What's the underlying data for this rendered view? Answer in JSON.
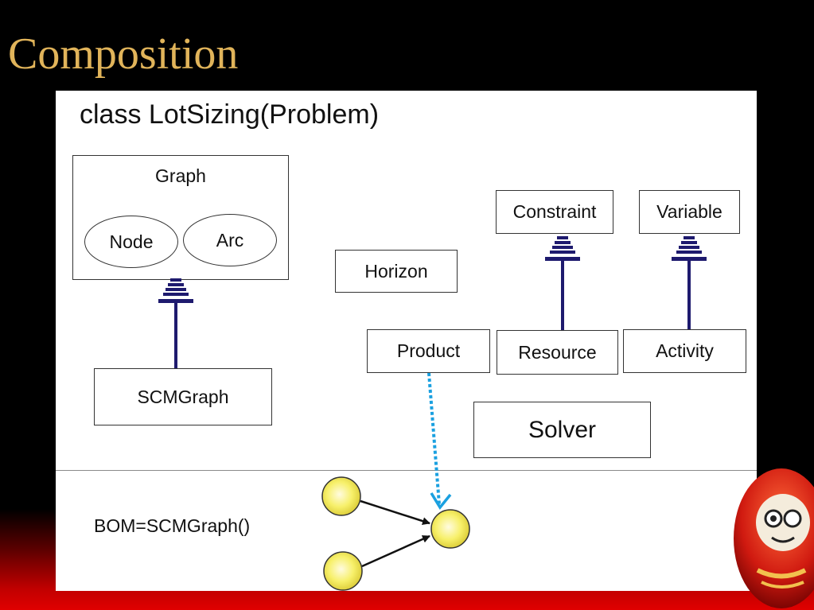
{
  "slide": {
    "title": "Composition"
  },
  "diagram": {
    "class_header": "class LotSizing(Problem)",
    "graph": {
      "label": "Graph",
      "node": "Node",
      "arc": "Arc"
    },
    "scm_graph": "SCMGraph",
    "horizon": "Horizon",
    "constraint": "Constraint",
    "variable": "Variable",
    "product": "Product",
    "resource": "Resource",
    "activity": "Activity",
    "solver": "Solver",
    "bom_statement": "BOM=SCMGraph()"
  },
  "colors": {
    "title": "#e1b45a",
    "inheritance": "#1e1a6e",
    "dashed_link": "#1aa0e0",
    "bom_node": "#f5ee60"
  }
}
